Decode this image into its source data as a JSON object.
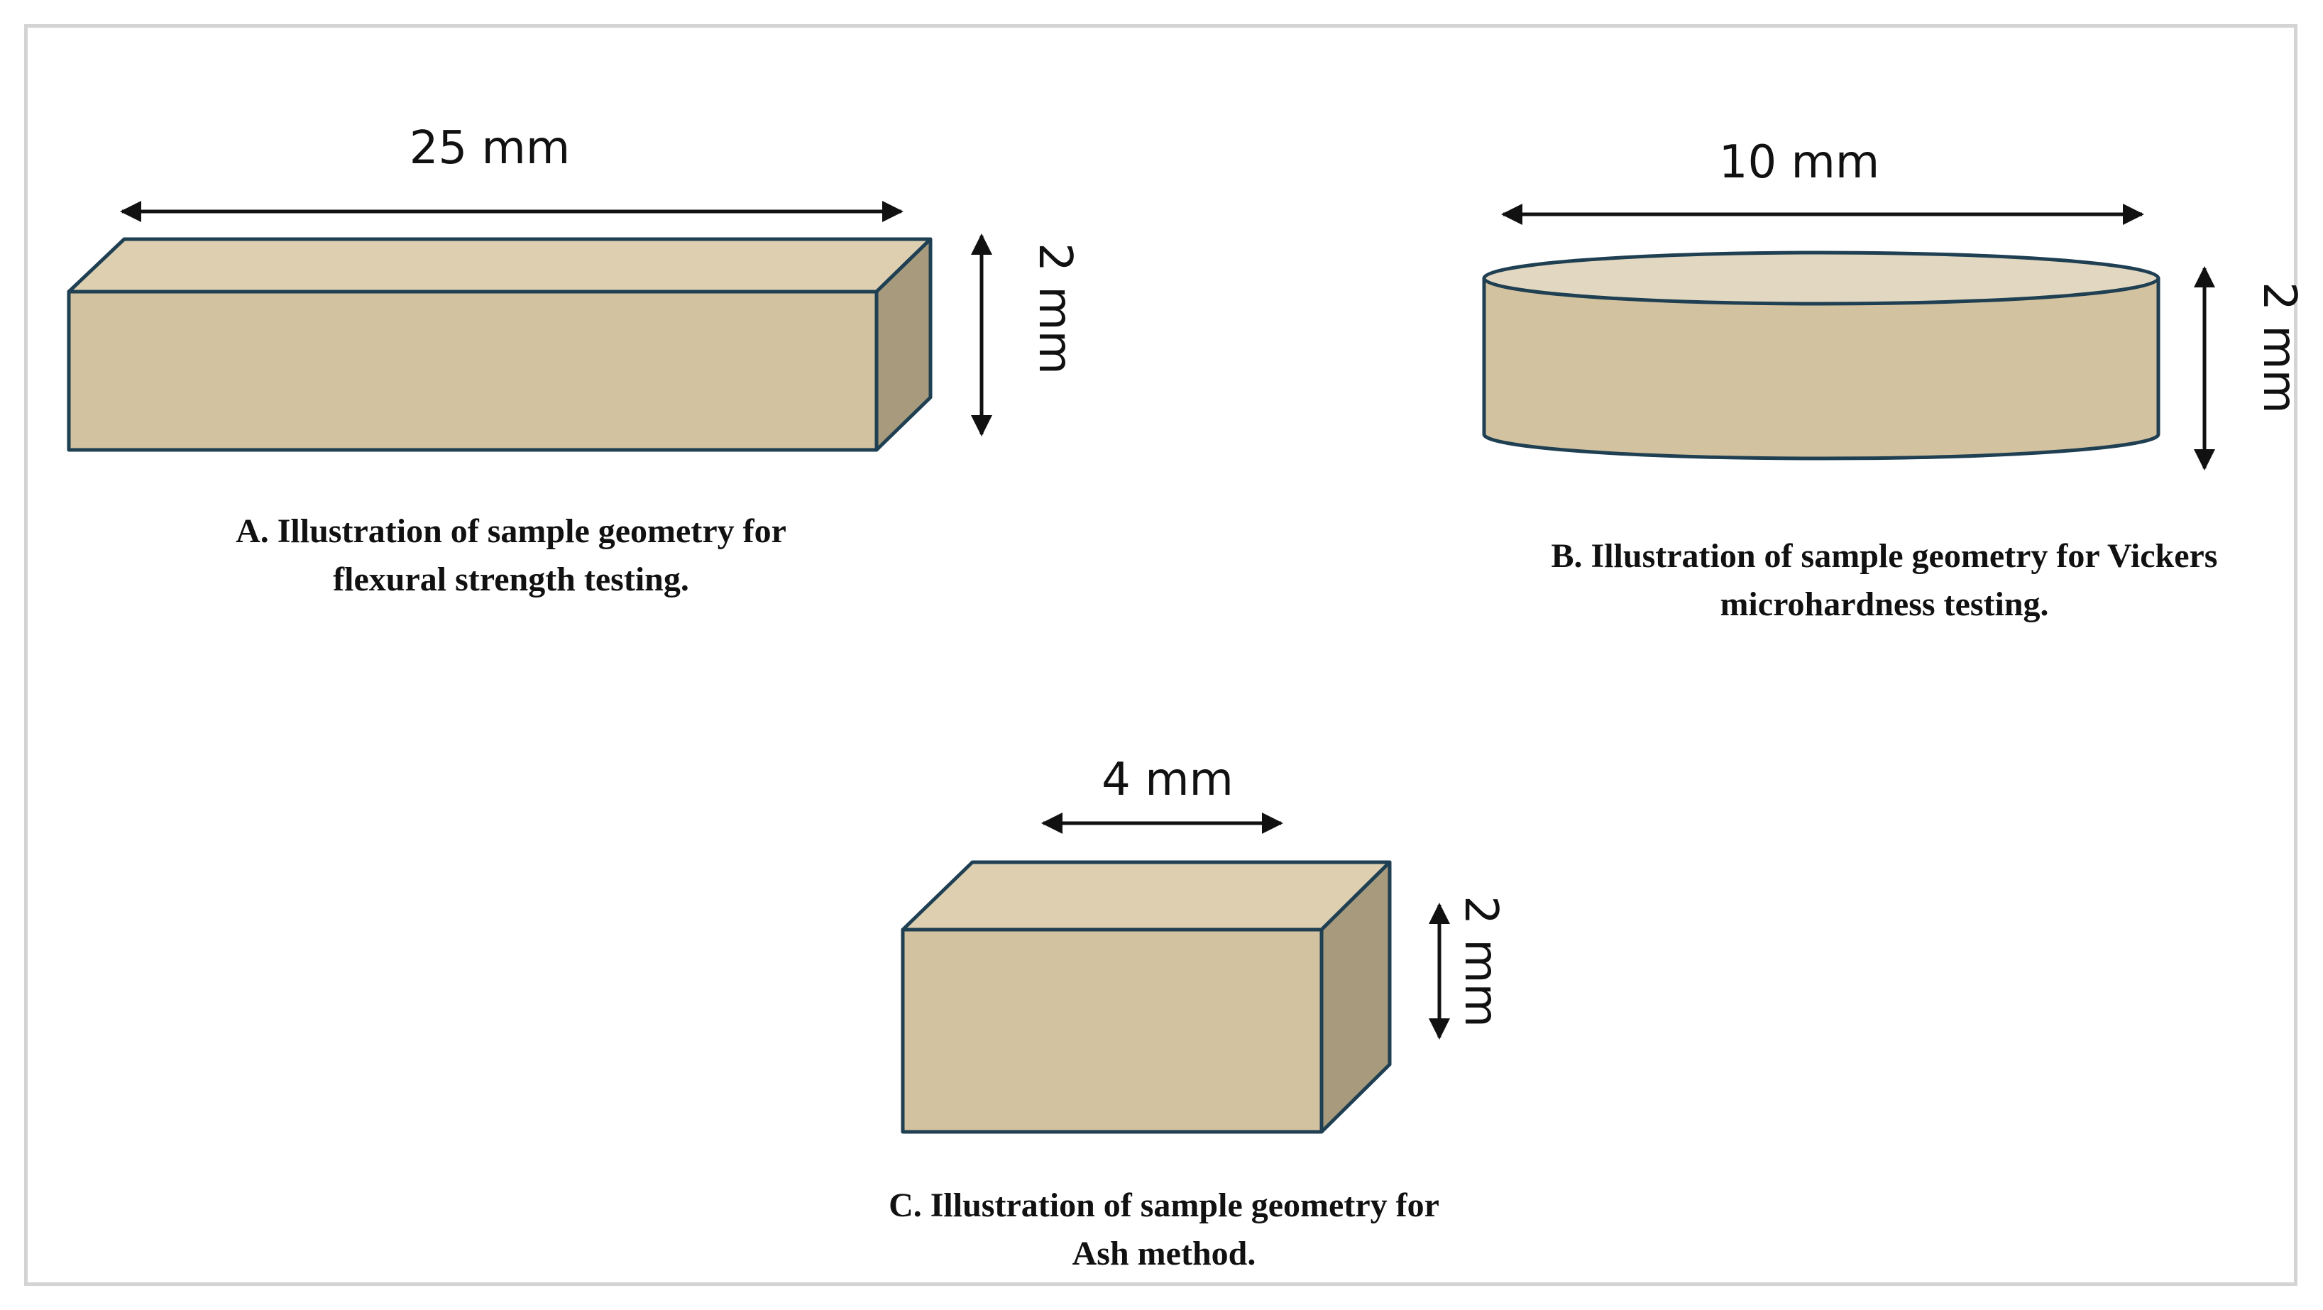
{
  "colors": {
    "front": "#d3c29f",
    "top": "#ddcfb0",
    "side": "#a89a7c",
    "disc_top": "#e2d8c1",
    "outline": "#1f3f52",
    "arrow": "#111111"
  },
  "panel_a": {
    "length_label": "25 mm",
    "height_label": "2 mm",
    "caption_line1": "A. Illustration  of sample geometry for",
    "caption_line2": "flexural strength testing."
  },
  "panel_b": {
    "diameter_label": "10 mm",
    "height_label": "2 mm",
    "caption_line1": "B. Illustration  of sample geometry for Vickers",
    "caption_line2": "microhardness testing."
  },
  "panel_c": {
    "length_label": "4 mm",
    "height_label": "2 mm",
    "caption_line1": "C. Illustration  of sample geometry for",
    "caption_line2": "Ash method."
  }
}
